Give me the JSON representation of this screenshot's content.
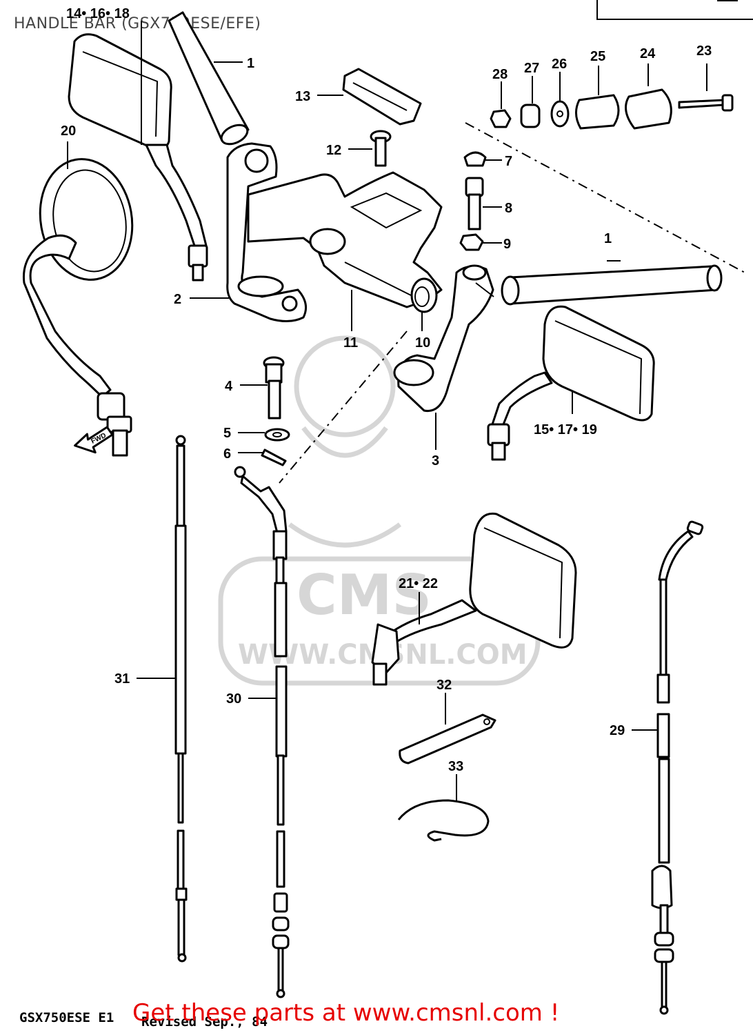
{
  "title": "HANDLE BAR (GSX750ESE/EFE)",
  "callouts": {
    "c1a": "1",
    "c1b": "1",
    "c2": "2",
    "c3": "3",
    "c4": "4",
    "c5": "5",
    "c6": "6",
    "c7": "7",
    "c8": "8",
    "c9": "9",
    "c10": "10",
    "c11": "11",
    "c12": "12",
    "c13": "13",
    "c14_16_18": "14• 16• 18",
    "c15_17_19": "15• 17• 19",
    "c20": "20",
    "c21_22": "21• 22",
    "c23": "23",
    "c24": "24",
    "c25": "25",
    "c26": "26",
    "c27": "27",
    "c28": "28",
    "c29": "29",
    "c30": "30",
    "c31": "31",
    "c32": "32",
    "c33": "33"
  },
  "fwd_label": "FWD",
  "watermark": {
    "brand": "CMS",
    "url": "WWW.CMSNL.COM"
  },
  "footer": {
    "model_code": "GSX750ESE  E1",
    "revised": "Revised  Sep., 84",
    "banner": "Get these parts at www.cmsnl.com !"
  }
}
